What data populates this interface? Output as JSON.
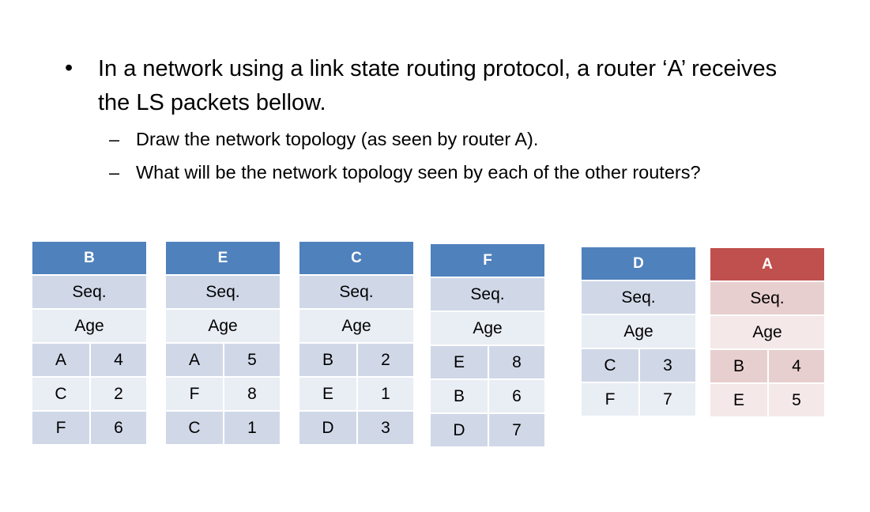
{
  "bullet": {
    "symbol": "•",
    "text": "In a network using a link state routing protocol, a router ‘A’ receives the LS packets bellow."
  },
  "subbullets": [
    {
      "dash": "–",
      "text": "Draw the network topology (as seen by router A)."
    },
    {
      "dash": "–",
      "text": "What will be the network topology seen by each of the other routers?"
    }
  ],
  "colors": {
    "header_blue": "#4f81bd",
    "header_red": "#c0504d"
  },
  "packets": [
    {
      "router": "B",
      "seq": "Seq.",
      "age": "Age",
      "links": [
        [
          "A",
          "4"
        ],
        [
          "C",
          "2"
        ],
        [
          "F",
          "6"
        ]
      ]
    },
    {
      "router": "E",
      "seq": "Seq.",
      "age": "Age",
      "links": [
        [
          "A",
          "5"
        ],
        [
          "F",
          "8"
        ],
        [
          "C",
          "1"
        ]
      ]
    },
    {
      "router": "C",
      "seq": "Seq.",
      "age": "Age",
      "links": [
        [
          "B",
          "2"
        ],
        [
          "E",
          "1"
        ],
        [
          "D",
          "3"
        ]
      ]
    },
    {
      "router": "F",
      "seq": "Seq.",
      "age": "Age",
      "links": [
        [
          "E",
          "8"
        ],
        [
          "B",
          "6"
        ],
        [
          "D",
          "7"
        ]
      ]
    },
    {
      "router": "D",
      "seq": "Seq.",
      "age": "Age",
      "links": [
        [
          "C",
          "3"
        ],
        [
          "F",
          "7"
        ]
      ]
    },
    {
      "router": "A",
      "seq": "Seq.",
      "age": "Age",
      "links": [
        [
          "B",
          "4"
        ],
        [
          "E",
          "5"
        ]
      ]
    }
  ]
}
